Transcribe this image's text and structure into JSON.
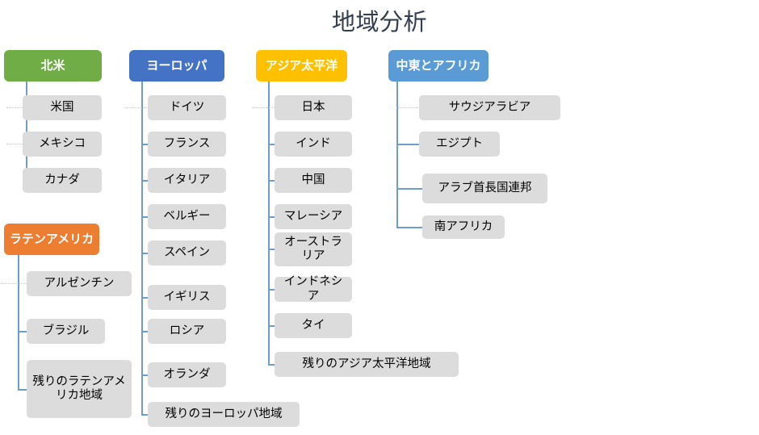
{
  "title": "地域分析",
  "colors": {
    "north_america": "#70ad47",
    "europe": "#4472c4",
    "asia_pacific": "#ffc000",
    "middle_east_africa": "#5b9bd5",
    "latin_america": "#ed7d31",
    "node_fill": "#dcdcdc",
    "connector": "#6d9ecb",
    "dotted_connector": "#c8c8c8",
    "title_text": "#333f4f",
    "header_text": "#ffffff",
    "node_text": "#000000"
  },
  "groups": [
    {
      "key": "north_america",
      "header": "北米",
      "children": [
        {
          "label": "米国"
        },
        {
          "label": "メキシコ"
        },
        {
          "label": "カナダ"
        }
      ]
    },
    {
      "key": "latin_america",
      "header": "ラテンアメリカ",
      "children": [
        {
          "label": "アルゼンチン"
        },
        {
          "label": "ブラジル"
        },
        {
          "label": "残りのラテンアメリカ地域"
        }
      ]
    },
    {
      "key": "europe",
      "header": "ヨーロッパ",
      "children": [
        {
          "label": "ドイツ"
        },
        {
          "label": "フランス"
        },
        {
          "label": "イタリア"
        },
        {
          "label": "ベルギー"
        },
        {
          "label": "スペイン"
        },
        {
          "label": "イギリス"
        },
        {
          "label": "ロシア"
        },
        {
          "label": "オランダ"
        },
        {
          "label": "残りのヨーロッパ地域"
        }
      ]
    },
    {
      "key": "asia_pacific",
      "header": "アジア太平洋",
      "children": [
        {
          "label": "日本"
        },
        {
          "label": "インド"
        },
        {
          "label": "中国"
        },
        {
          "label": "マレーシア"
        },
        {
          "label": "オーストラリア"
        },
        {
          "label": "インドネシア"
        },
        {
          "label": "タイ"
        },
        {
          "label": "残りのアジア太平洋地域"
        }
      ]
    },
    {
      "key": "middle_east_africa",
      "header": "中東とアフリカ",
      "children": [
        {
          "label": "サウジアラビア"
        },
        {
          "label": "エジプト"
        },
        {
          "label": "アラブ首長国連邦"
        },
        {
          "label": "南アフリカ"
        }
      ]
    }
  ]
}
